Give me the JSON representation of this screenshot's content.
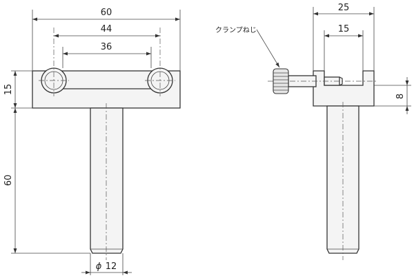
{
  "front_view": {
    "dim_overall_width": "60",
    "dim_post_distance": "44",
    "dim_post_gap": "36",
    "dim_head_height": "15",
    "dim_rod_length": "60",
    "dim_rod_diameter": "12"
  },
  "side_view": {
    "dim_head_width": "25",
    "dim_slot_width": "15",
    "dim_slot_depth": "8",
    "clamp_screw_label": "クランプねじ"
  }
}
